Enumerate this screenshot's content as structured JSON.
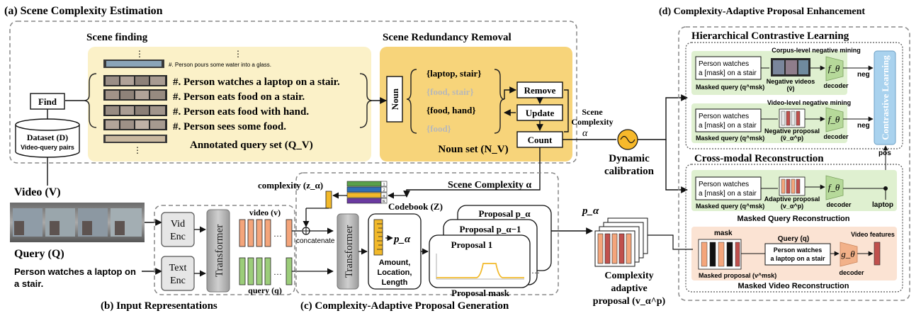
{
  "section_a": {
    "title": "(a) Scene Complexity Estimation",
    "scene_finding": "Scene finding",
    "find_label": "Find",
    "dataset_label": "Dataset (D)",
    "dataset_sub": "Video-query pairs",
    "small_query": "#. Person pours some water into a glass.",
    "queries": [
      "#. Person watches a laptop on a stair.",
      "#. Person eats food on a stair.",
      "#. Person eats food with hand.",
      "#. Person sees some food."
    ],
    "annotated_set": "Annotated query set (Q_V)",
    "redundancy_title": "Scene Redundancy Removal",
    "noun_label": "Noun",
    "noun_sets": [
      "{laptop, stair}",
      "{food, stair}",
      "{food, hand}",
      "{food}"
    ],
    "remove_label": "Remove",
    "update_label": "Update",
    "count_label": "Count",
    "noun_set_caption": "Noun set (N_V)"
  },
  "scene_complexity": {
    "label_line1": "Scene",
    "label_line2": "Complexity",
    "alpha": "α",
    "dynamic_line1": "Dynamic",
    "dynamic_line2": "calibration"
  },
  "section_b": {
    "title": "(b) Input Representations",
    "video_label": "Video (V)",
    "query_label": "Query (Q)",
    "query_text_line1": "Person watches a laptop on",
    "query_text_line2": "a stair.",
    "vid_enc_1": "Vid",
    "vid_enc_2": "Enc",
    "text_enc_1": "Text",
    "text_enc_2": "Enc",
    "transformer": "Transformer",
    "video_feat": "video (v)",
    "query_feat": "query (q)"
  },
  "section_c": {
    "title": "(c) Complexity-Adaptive Proposal Generation",
    "complexity_label": "complexity (z_α)",
    "scene_complexity": "Scene Complexity α",
    "codebook": "Codebook (Z)",
    "codebook_marks": [
      "1",
      "2",
      "α",
      "K"
    ],
    "concatenate": "concatenate",
    "transformer": "Transformer",
    "p_alpha": "p_α",
    "amount_line1": "Amount,",
    "amount_line2": "Location,",
    "amount_line3": "Length",
    "proposal_p": "Proposal p_α",
    "proposal_p1": "Proposal p_α−1",
    "proposal_1": "Proposal 1",
    "proposal_mask": "Proposal mask",
    "p_alpha_out": "p_α",
    "adaptive_line1": "Complexity",
    "adaptive_line2": "adaptive",
    "adaptive_line3": "proposal (v_α^p)"
  },
  "section_d": {
    "title": "(d) Complexity-Adaptive Proposal Enhancement",
    "hcl_title": "Hierarchical Contrastive Learning",
    "corpus_mining": "Corpus-level negative mining",
    "video_mining": "Video-level negative mining",
    "person_watches": "Person watches",
    "mask_line": "a [mask] on a stair",
    "masked_query": "Masked query (q^msk)",
    "negative_videos": "Negative videos",
    "negative_videos_sym": "(v̄)",
    "negative_proposal": "Negative proposal",
    "negative_proposal_sym": "(v̄_α^p)",
    "f_theta": "f_θ",
    "decoder": "decoder",
    "neg": "neg",
    "pos": "pos",
    "contrastive": "Contrastive Learning",
    "cmr_title": "Cross-modal Reconstruction",
    "adaptive_proposal": "Adaptive proposal",
    "adaptive_proposal_sym": "(v_α^p)",
    "laptop": "laptop",
    "mqr": "Masked Query Reconstruction",
    "mask": "mask",
    "query_q": "Query (q)",
    "query_text1": "Person watches",
    "query_text2": "a laptop on a stair",
    "video_features": "Video features",
    "g_theta": "g_θ",
    "masked_proposal": "Masked proposal (v^msk)",
    "mvr": "Masked Video Reconstruction"
  },
  "colors": {
    "yellow_light": "#fbf1c8",
    "yellow_dark": "#f7d47a",
    "green_light": "#dff0d0",
    "peach_light": "#fbe3d3",
    "orange_feat": "#f4a57b",
    "green_feat": "#9ccd7a",
    "decoder_green": "#b6d99a",
    "decoder_peach": "#f2b189",
    "contrastive_blue": "#a9d2ee",
    "amount_yellow": "#f2b92a"
  }
}
